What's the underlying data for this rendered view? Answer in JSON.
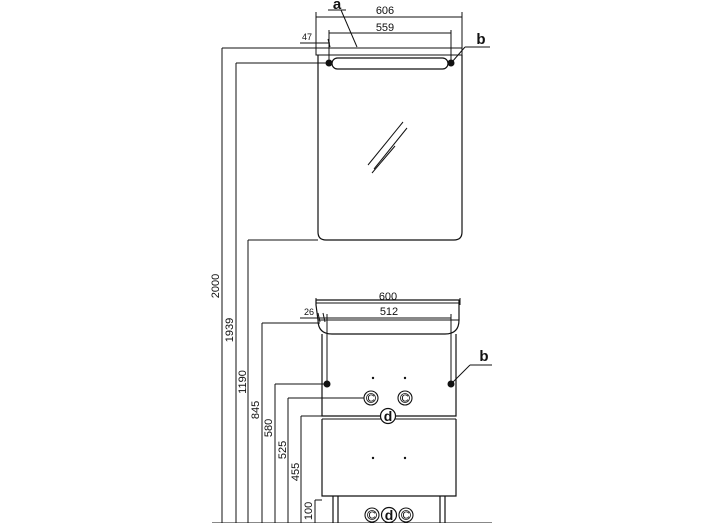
{
  "dimensions": {
    "mirror_width": "606",
    "mirror_light_width": "559",
    "mirror_offset": "47",
    "cabinet_width": "600",
    "cabinet_inner_width": "512",
    "cabinet_offset": "26",
    "height_total": "2000",
    "height_mirror_fixing": "1939",
    "height_mirror_bottom": "1190",
    "height_cabinet_fixing": "845",
    "height_water_inlet": "580",
    "height_drain": "525",
    "height_lower_inlet": "455",
    "height_floor_drain": "100"
  },
  "callouts": {
    "a": "a",
    "b_mirror": "b",
    "b_cabinet": "b",
    "d_middle": "d",
    "d_bottom": "d"
  },
  "symbols": {
    "cold_water": "C",
    "hot_water": "C"
  }
}
